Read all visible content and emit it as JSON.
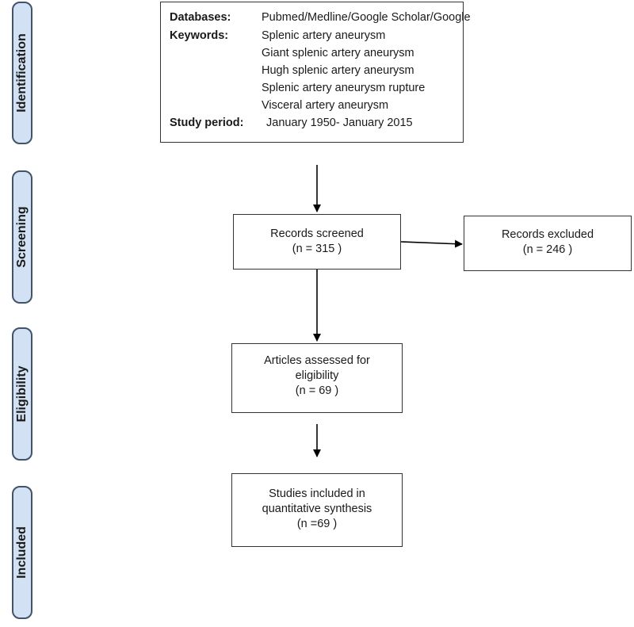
{
  "stages": {
    "identification": "Identification",
    "screening": "Screening",
    "eligibility": "Eligibility",
    "included": "Included"
  },
  "search": {
    "databases_label": "Databases:",
    "databases_value": "Pubmed/Medline/Google Scholar/Google",
    "keywords_label": "Keywords:",
    "keywords": [
      "Splenic artery aneurysm",
      "Giant splenic artery aneurysm",
      "Hugh splenic artery aneurysm",
      "Splenic artery aneurysm rupture",
      "Visceral artery aneurysm"
    ],
    "period_label": "Study period:",
    "period_value": "January 1950- January 2015"
  },
  "screened": {
    "label": "Records screened",
    "count": "(n = 315  )"
  },
  "excluded": {
    "label": "Records excluded",
    "count": "(n = 246  )"
  },
  "eligibility": {
    "line1": "Articles assessed for",
    "line2": "eligibility",
    "count": "(n = 69  )"
  },
  "included": {
    "line1": "Studies included in",
    "line2": "quantitative synthesis",
    "count": "(n =69   )"
  },
  "colors": {
    "stage_fill": "#d2e1f4",
    "stage_border": "#41546a",
    "line": "#000000"
  }
}
